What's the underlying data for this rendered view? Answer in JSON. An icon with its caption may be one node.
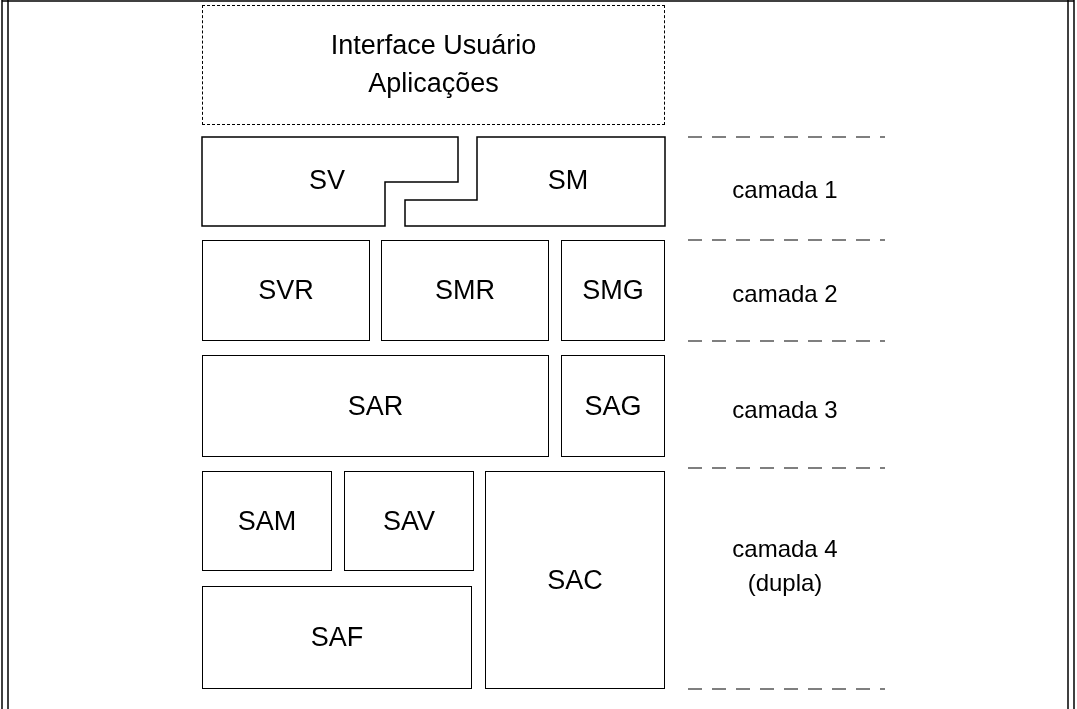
{
  "diagram": {
    "nodes": [
      {
        "text": [
          "Interface Usuário Aplicações"
        ]
      },
      {
        "text": [
          "SV"
        ]
      },
      {
        "text": [
          "SM"
        ]
      },
      {
        "text": [
          "SVR"
        ]
      },
      {
        "text": [
          "SMR"
        ]
      },
      {
        "text": [
          "SMG"
        ]
      },
      {
        "text": [
          "SAR"
        ]
      },
      {
        "text": [
          "SAG"
        ]
      },
      {
        "text": [
          "SAM"
        ]
      },
      {
        "text": [
          "SAV"
        ]
      },
      {
        "text": [
          "SAF"
        ]
      },
      {
        "text": [
          "SAC"
        ]
      }
    ],
    "edges": [],
    "labels": [
      "camada 1",
      "camada 2",
      "camada 3",
      "camada 4 (dupla)"
    ]
  }
}
